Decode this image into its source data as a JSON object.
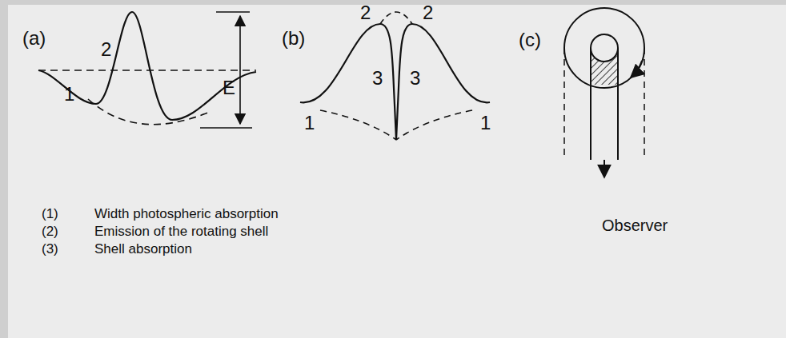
{
  "diagram": {
    "labels": [
      "(a)",
      "2",
      "1",
      "E",
      "(b)",
      "2",
      "2",
      "3",
      "3",
      "1",
      "1",
      "(c)",
      "(1)",
      "Width photospheric absorption",
      "(2)",
      "Emission of the rotating shell",
      "(3)",
      "Shell absorption",
      "Observer"
    ]
  }
}
